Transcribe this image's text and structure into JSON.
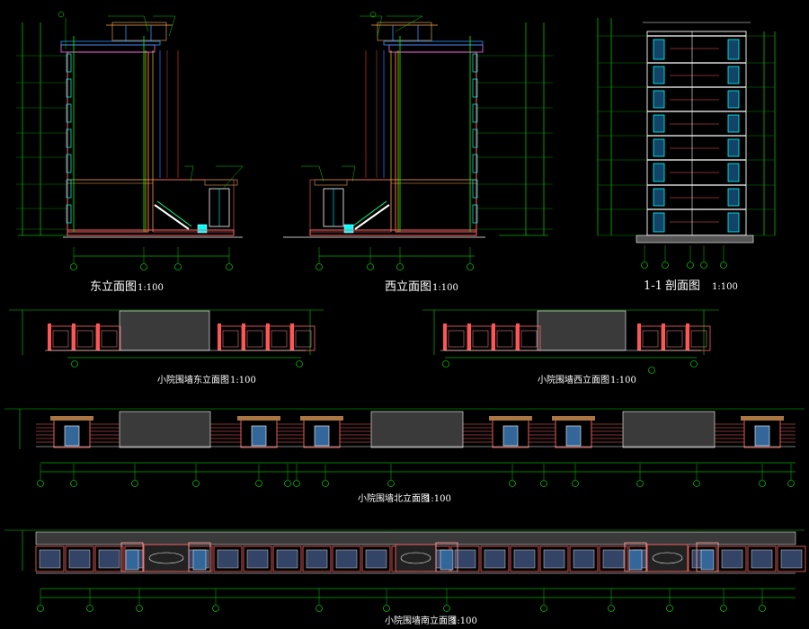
{
  "drawings": {
    "east_elevation": {
      "title": "东立面图",
      "scale": "1:100"
    },
    "west_elevation": {
      "title": "西立面图",
      "scale": "1:100"
    },
    "section_1_1": {
      "title": "1-1",
      "title_suffix": "剖面图",
      "scale": "1:100"
    },
    "yard_wall_east": {
      "title": "小院围墙东立面图",
      "scale": "1:100"
    },
    "yard_wall_west": {
      "title": "小院围墙西立面图",
      "scale": "1:100"
    },
    "yard_wall_north": {
      "title": "小院围墙北立面图",
      "scale": "1:100"
    },
    "yard_wall_south": {
      "title": "小院围墙南立面图",
      "scale": "1:100"
    }
  },
  "colors": {
    "background": "#000000",
    "wall_red": "#ff5555",
    "wall_pink": "#ff9999",
    "green": "#00ff00",
    "cyan": "#00ffff",
    "yellow": "#ffff00",
    "blue": "#3366ff",
    "white": "#ffffff",
    "brown": "#aa7744",
    "magenta": "#ff66ff"
  }
}
